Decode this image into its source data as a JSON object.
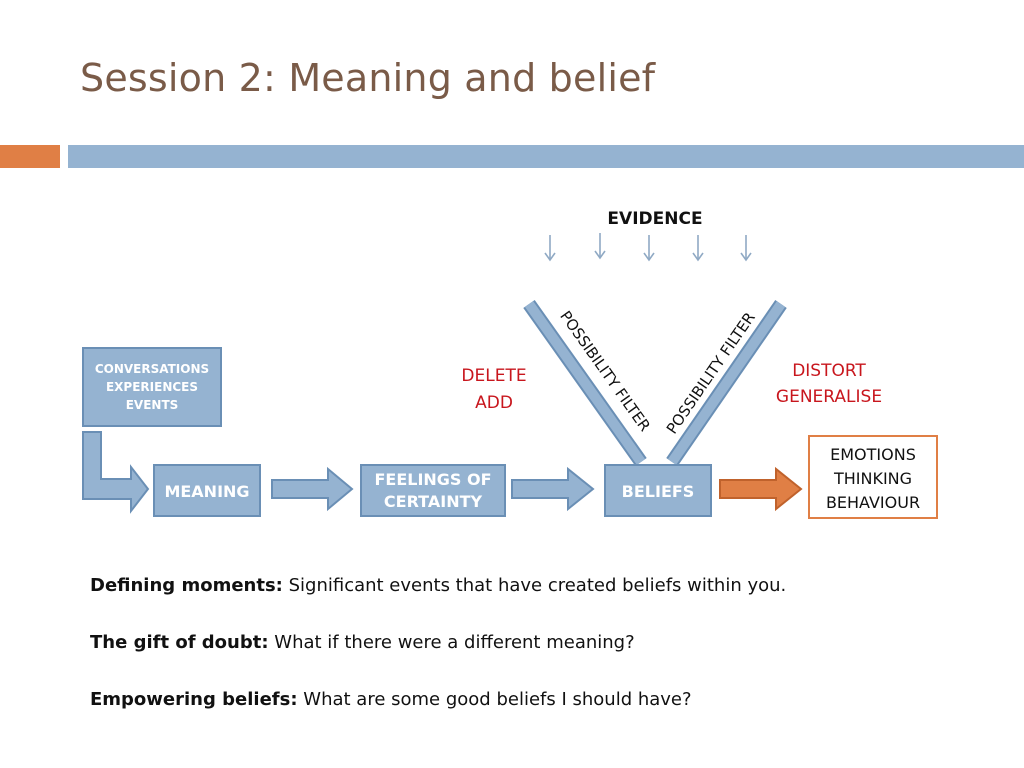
{
  "slide": {
    "title": "Session 2: Meaning and belief"
  },
  "diagram": {
    "evidence_label": "EVIDENCE",
    "source_box": [
      "CONVERSATIONS",
      "EXPERIENCES",
      "EVENTS"
    ],
    "meaning_box": "MEANING",
    "feelings_box": [
      "FEELINGS OF",
      "CERTAINTY"
    ],
    "beliefs_box": "BELIEFS",
    "outcome_box": [
      "EMOTIONS",
      "THINKING",
      "BEHAVIOUR"
    ],
    "filter_left": "POSSIBILITY FILTER",
    "filter_right": "POSSIBILITY FILTER",
    "left_filter_ops": [
      "DELETE",
      "ADD"
    ],
    "right_filter_ops": [
      "DISTORT",
      "GENERALISE"
    ],
    "colors": {
      "box_fill": "#95b3d1",
      "box_stroke": "#6a8fb5",
      "outcome_border": "#e07f45",
      "orange_arrow": "#e07f45",
      "red_text": "#c8161d"
    }
  },
  "notes": [
    {
      "label": "Defining moments:",
      "text": "Significant events that have created beliefs within you."
    },
    {
      "label": "The gift of doubt:",
      "text": "What if there were a different meaning?"
    },
    {
      "label": "Empowering beliefs:",
      "text": "What are some good beliefs I should have?"
    }
  ]
}
